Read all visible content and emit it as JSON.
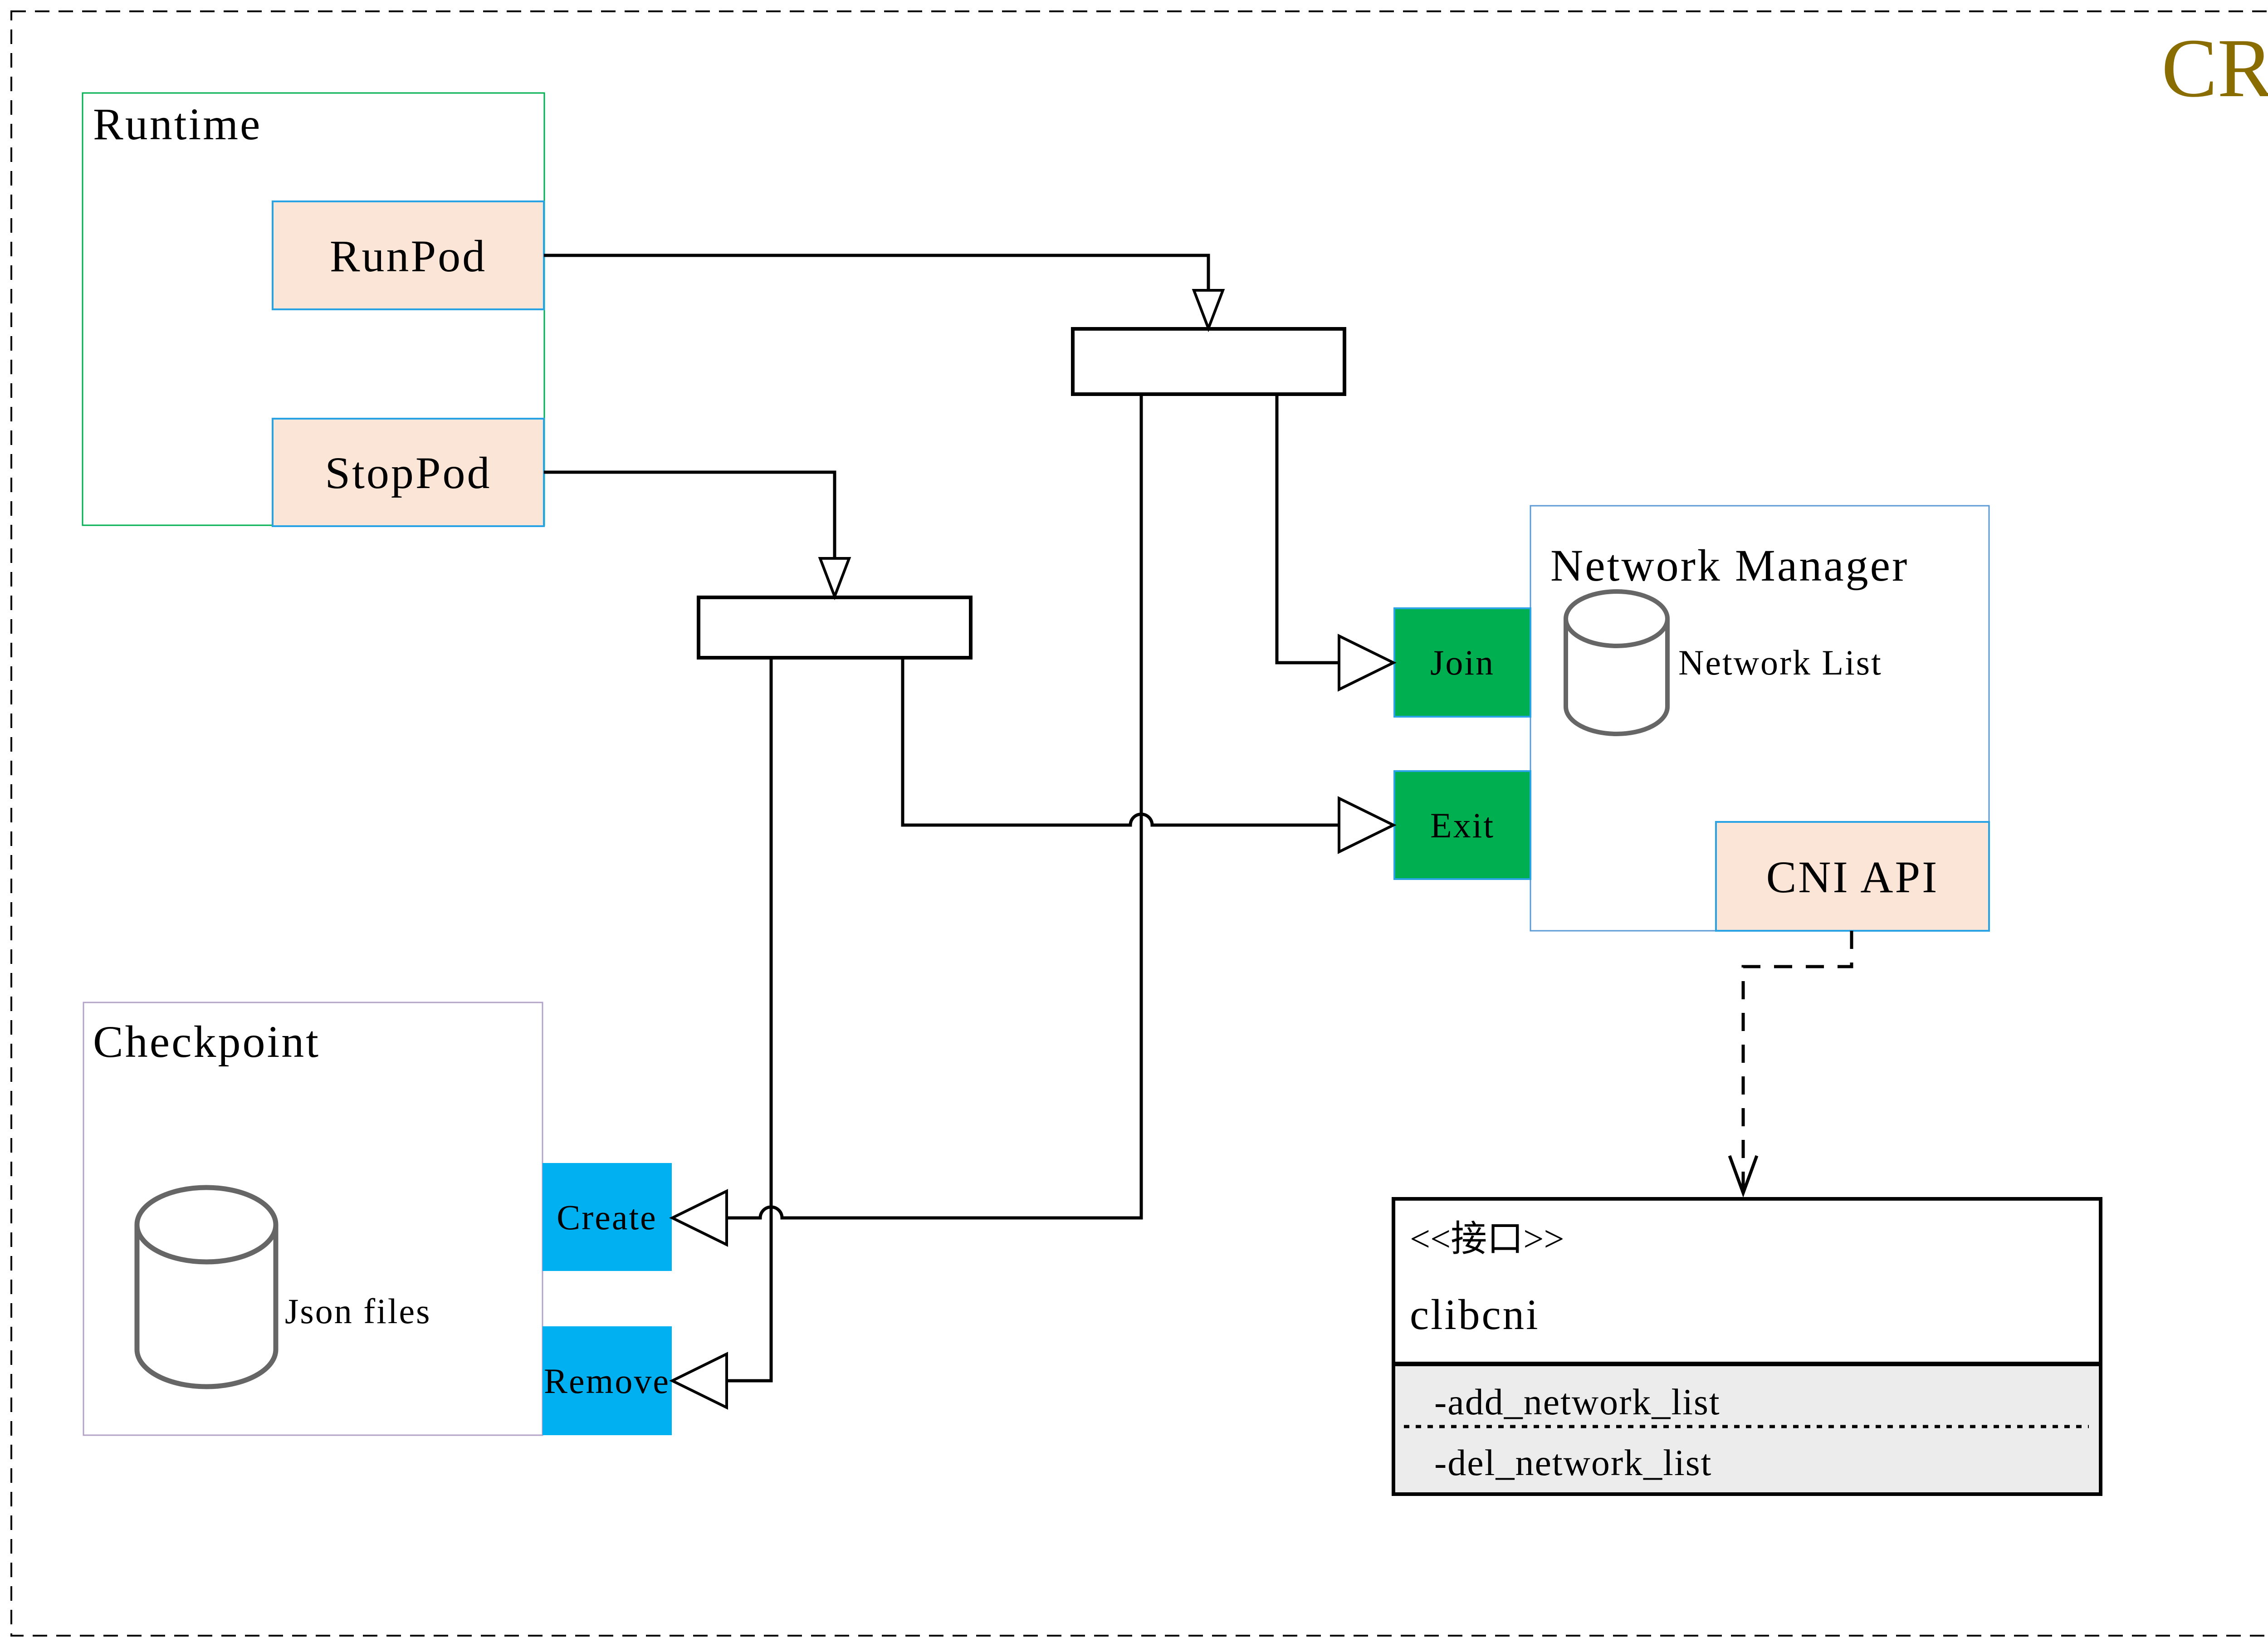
{
  "page": {
    "badge": "CRI"
  },
  "runtime": {
    "title": "Runtime",
    "runpod_label": "RunPod",
    "stoppod_label": "StopPod"
  },
  "checkpoint": {
    "title": "Checkpoint",
    "datastore_label": "Json files",
    "create_label": "Create",
    "remove_label": "Remove"
  },
  "network_manager": {
    "title": "Network Manager",
    "join_label": "Join",
    "exit_label": "Exit",
    "datastore_label": "Network List",
    "cni_api_label": "CNI API"
  },
  "clibcni": {
    "stereotype": "<<接口>>",
    "name": "clibcni",
    "methods": [
      "-add_network_list",
      "-del_network_list"
    ]
  },
  "colors": {
    "badge_accent": "#8a6d00",
    "peach_fill": "#fbe5d6",
    "cyan_border": "#29a3e3",
    "green_fill": "#00b050",
    "blue_fill": "#00b0f0",
    "runtime_border": "#00b050",
    "checkpoint_border": "#b3a2c7",
    "network_manager_border": "#5b9bd5",
    "cylinder_stroke": "#666666",
    "attributes_section_fill": "#ececec",
    "line_color": "#000000"
  }
}
